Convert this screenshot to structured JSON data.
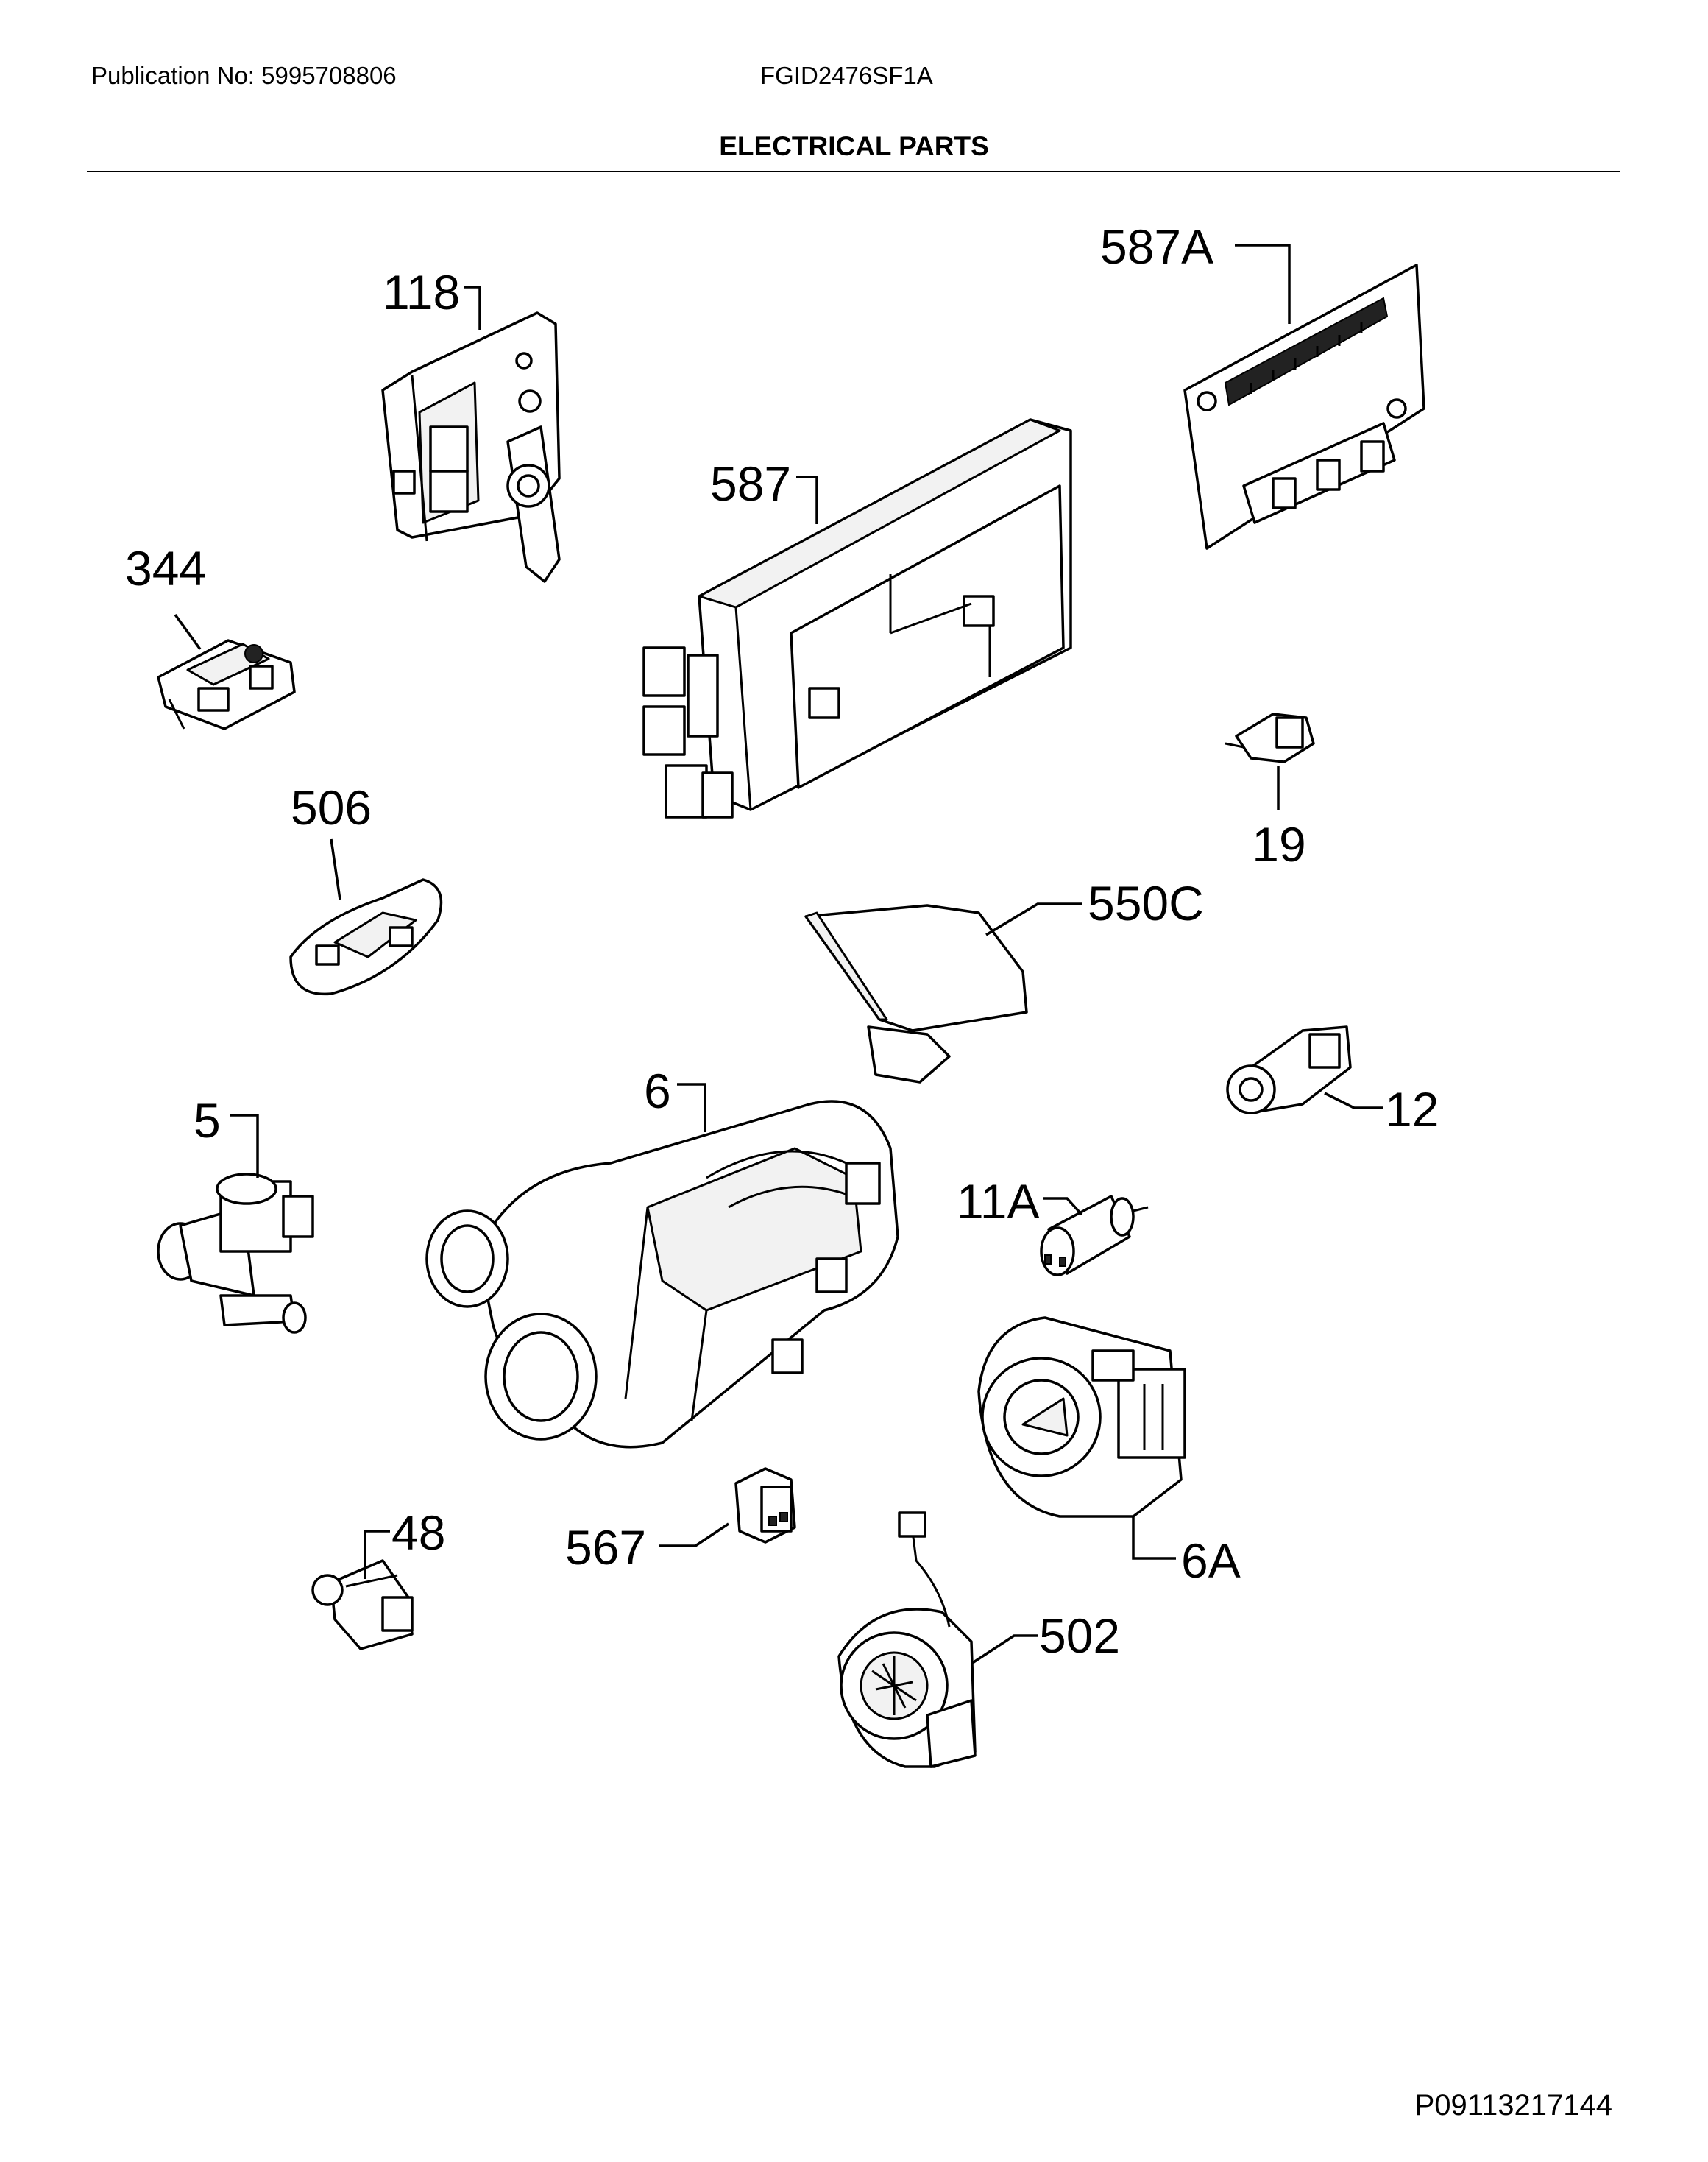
{
  "header": {
    "publication": "Publication No: 5995708806",
    "model": "FGID2476SF1A",
    "title": "ELECTRICAL PARTS"
  },
  "footer": {
    "figure_id": "P09113217144"
  },
  "callouts": {
    "p118": "118",
    "p587A": "587A",
    "p587": "587",
    "p344": "344",
    "p506": "506",
    "p19": "19",
    "p550C": "550C",
    "p12": "12",
    "p6": "6",
    "p5": "5",
    "p11A": "11A",
    "p48": "48",
    "p567": "567",
    "p6A": "6A",
    "p502": "502"
  }
}
